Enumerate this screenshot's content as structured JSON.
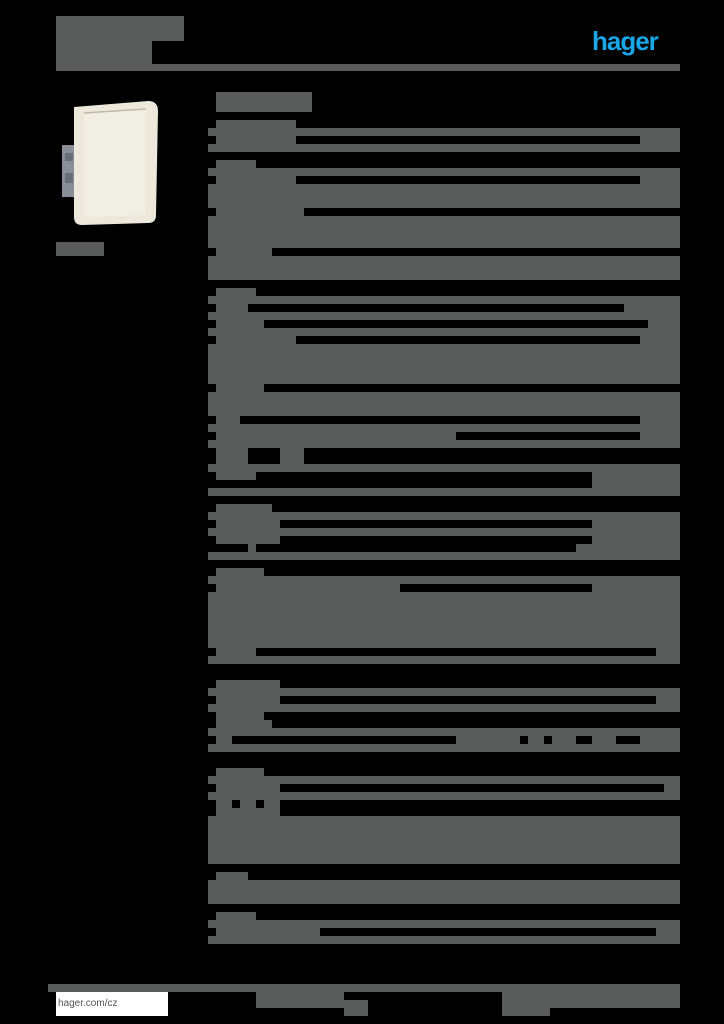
{
  "header": {
    "title_block": "redacted",
    "brand_logo": "hager",
    "brand_color": "#19a7e8"
  },
  "product": {
    "image": "white-surface-mounted-switch",
    "caption": "redacted"
  },
  "section_title": "redacted",
  "colors": {
    "background": "#000000",
    "redaction_bar": "#5a5b5b"
  },
  "spec_sections": [
    {
      "name": "section-1",
      "rows": 1
    },
    {
      "name": "section-2",
      "rows": 5
    },
    {
      "name": "section-3",
      "rows": 8
    },
    {
      "name": "section-4",
      "rows": 5
    },
    {
      "name": "section-5",
      "rows": 3
    },
    {
      "name": "section-6",
      "rows": 6
    },
    {
      "name": "section-7",
      "rows": 3
    },
    {
      "name": "section-8",
      "rows": 4
    },
    {
      "name": "section-9",
      "rows": 1
    },
    {
      "name": "section-10",
      "rows": 1
    }
  ],
  "footer": {
    "link": "hager.com/cz"
  }
}
